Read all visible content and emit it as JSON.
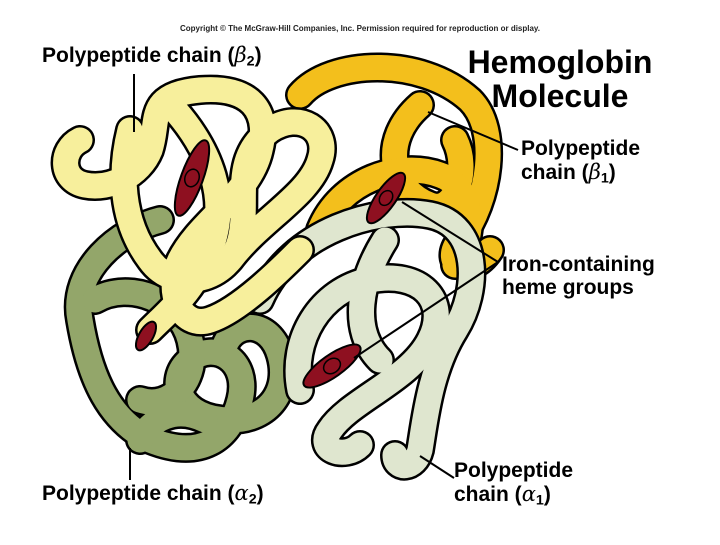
{
  "copyright": "Copyright © The McGraw-Hill Companies, Inc. Permission required for reproduction or display.",
  "title": {
    "line1": "Hemoglobin",
    "line2": "Molecule"
  },
  "labels": {
    "beta2": {
      "text": "Polypeptide chain (",
      "symbol": "β",
      "subscript": "2",
      "close": ")"
    },
    "beta1": {
      "line1": "Polypeptide",
      "line2": "chain (",
      "symbol": "β",
      "subscript": "1",
      "close": ")"
    },
    "heme": {
      "line1": "Iron-containing",
      "line2": "heme groups"
    },
    "alpha2": {
      "text": "Polypeptide chain (",
      "symbol": "α",
      "subscript": "2",
      "close": ")"
    },
    "alpha1": {
      "line1": "Polypeptide",
      "line2": "chain (",
      "symbol": "α",
      "subscript": "1",
      "close": ")"
    }
  },
  "colors": {
    "beta2_chain": "#f7ef9c",
    "beta1_chain": "#f3bf1c",
    "alpha2_chain": "#93a66a",
    "alpha1_chain": "#dfe6cf",
    "heme": "#8e1020",
    "outline": "#000000"
  }
}
